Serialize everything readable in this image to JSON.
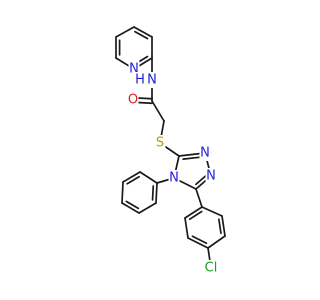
{
  "molecule": {
    "atoms": {
      "pyridine_n": {
        "symbol": "N",
        "color": "#1f1fe0"
      },
      "amide_n": {
        "symbol": "N",
        "color": "#1f1fe0"
      },
      "amide_h": {
        "symbol": "H",
        "color": "#1f1fe0"
      },
      "carbonyl_o": {
        "symbol": "O",
        "color": "#e01f1f"
      },
      "thio_s": {
        "symbol": "S",
        "color": "#b8a000"
      },
      "triazole_n1": {
        "symbol": "N",
        "color": "#1f1fe0"
      },
      "triazole_n2": {
        "symbol": "N",
        "color": "#1f1fe0"
      },
      "triazole_n4": {
        "symbol": "N",
        "color": "#1f1fe0"
      },
      "chlorine": {
        "symbol": "Cl",
        "color": "#1aa01a"
      }
    },
    "bond_color": "#1a1a1a"
  }
}
